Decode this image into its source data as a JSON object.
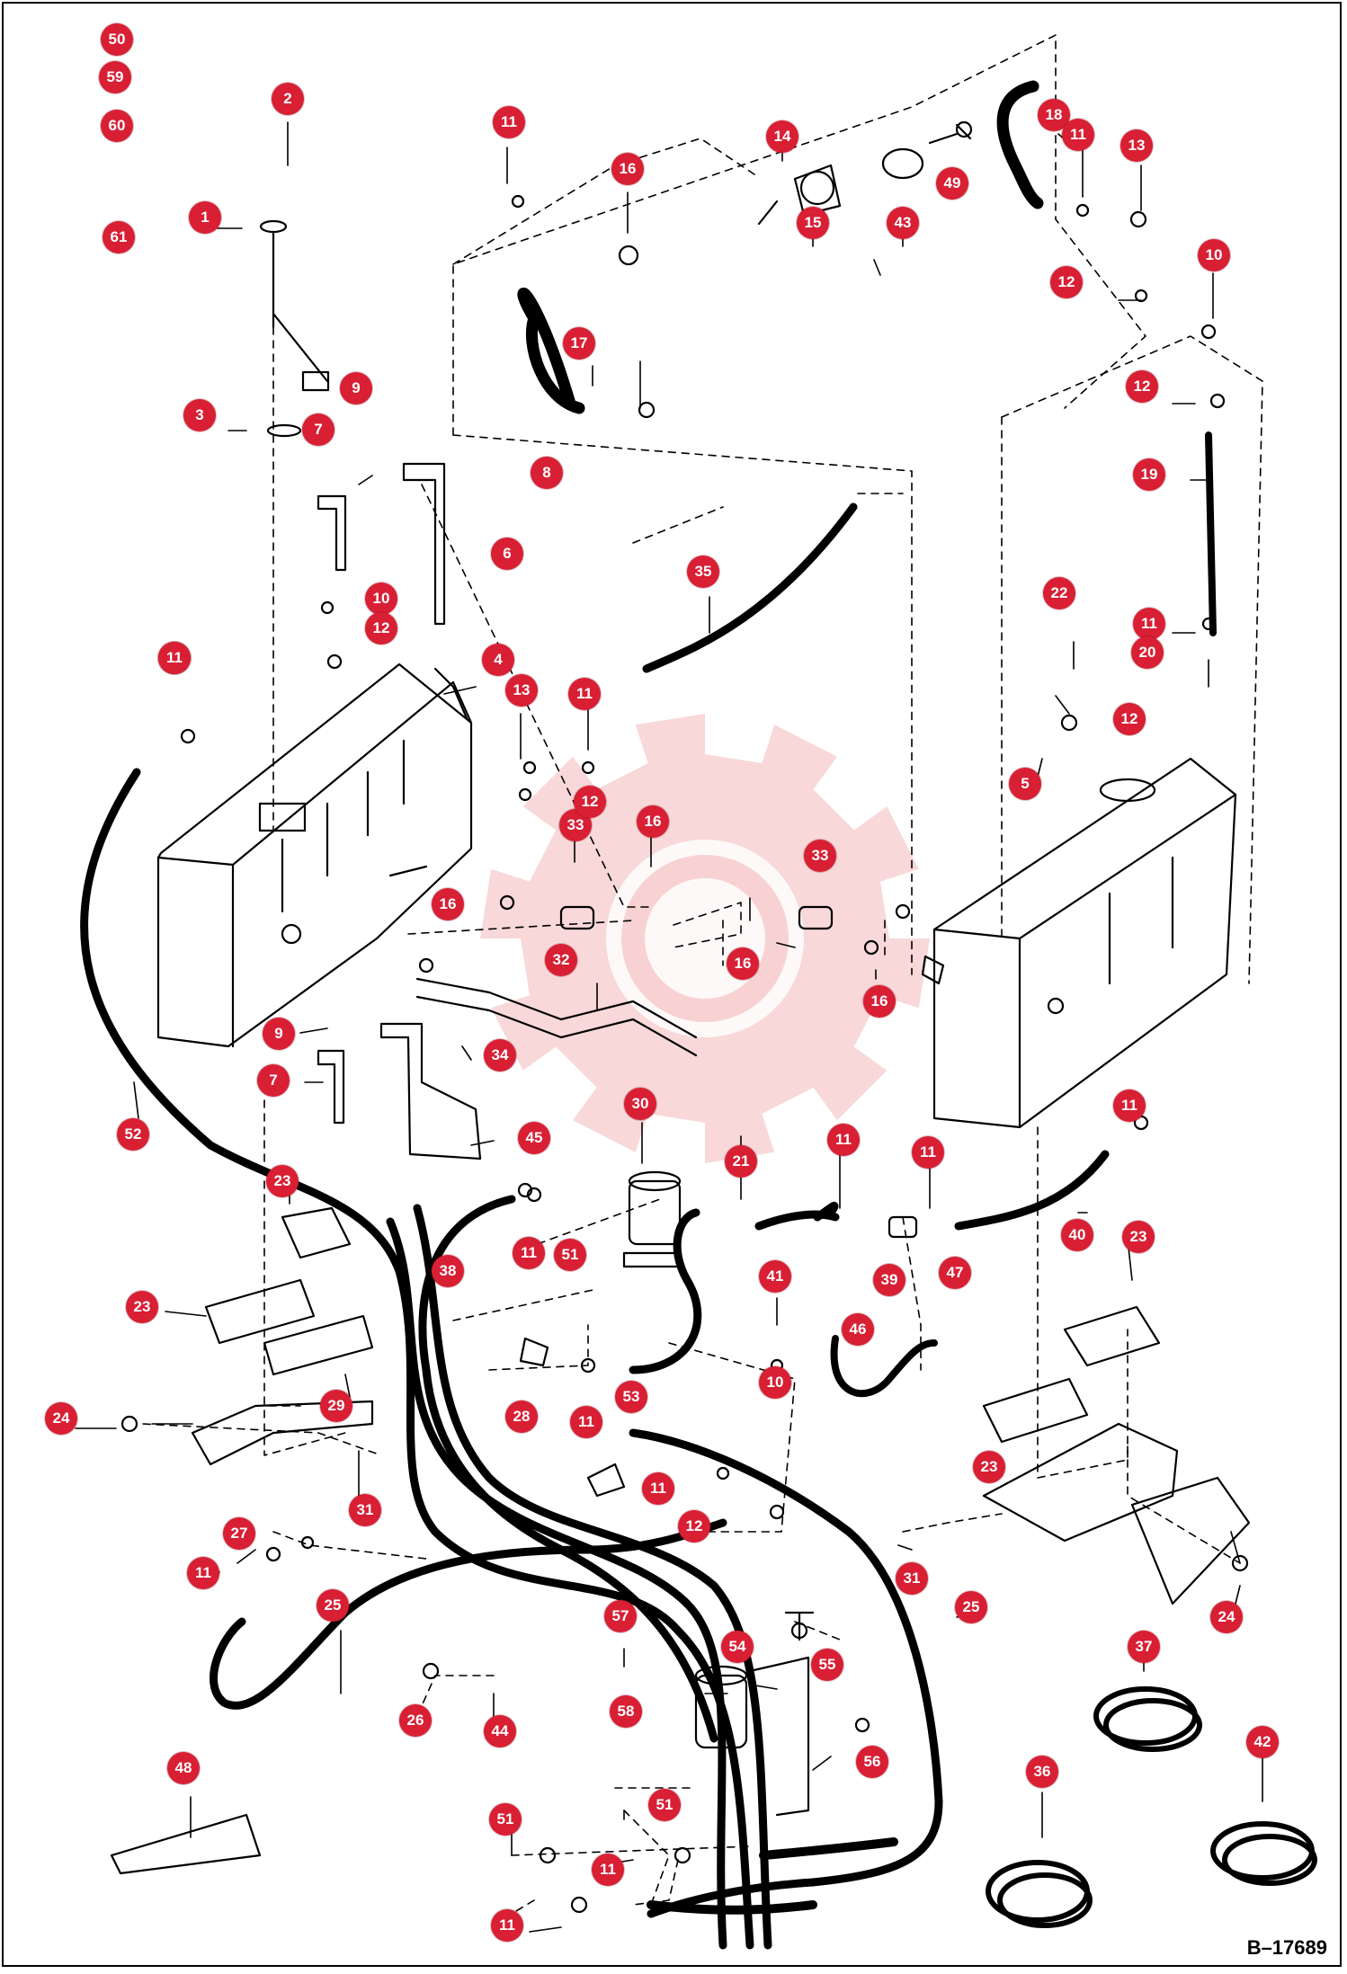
{
  "drawing_code": "B–17689",
  "watermark_color": "#f3b8b8",
  "callout_color": "#d81f34",
  "callouts": [
    "50",
    "59",
    "60",
    "61",
    "2",
    "1",
    "9",
    "3",
    "7",
    "11",
    "16",
    "17",
    "11",
    "14",
    "15",
    "43",
    "49",
    "18",
    "11",
    "13",
    "12",
    "10",
    "12",
    "19",
    "8",
    "6",
    "35",
    "10",
    "12",
    "11",
    "4",
    "13",
    "11",
    "33",
    "12",
    "16",
    "16",
    "33",
    "32",
    "16",
    "16",
    "22",
    "11",
    "20",
    "12",
    "5",
    "9",
    "7",
    "34",
    "45",
    "52",
    "30",
    "21",
    "11",
    "11",
    "11",
    "40",
    "23",
    "11",
    "51",
    "38",
    "41",
    "39",
    "47",
    "46",
    "23",
    "29",
    "23",
    "24",
    "28",
    "11",
    "53",
    "10",
    "11",
    "12",
    "31",
    "23",
    "27",
    "11",
    "25",
    "31",
    "24",
    "25",
    "26",
    "44",
    "57",
    "54",
    "55",
    "58",
    "56",
    "37",
    "42",
    "48",
    "51",
    "51",
    "11",
    "11",
    "36"
  ]
}
